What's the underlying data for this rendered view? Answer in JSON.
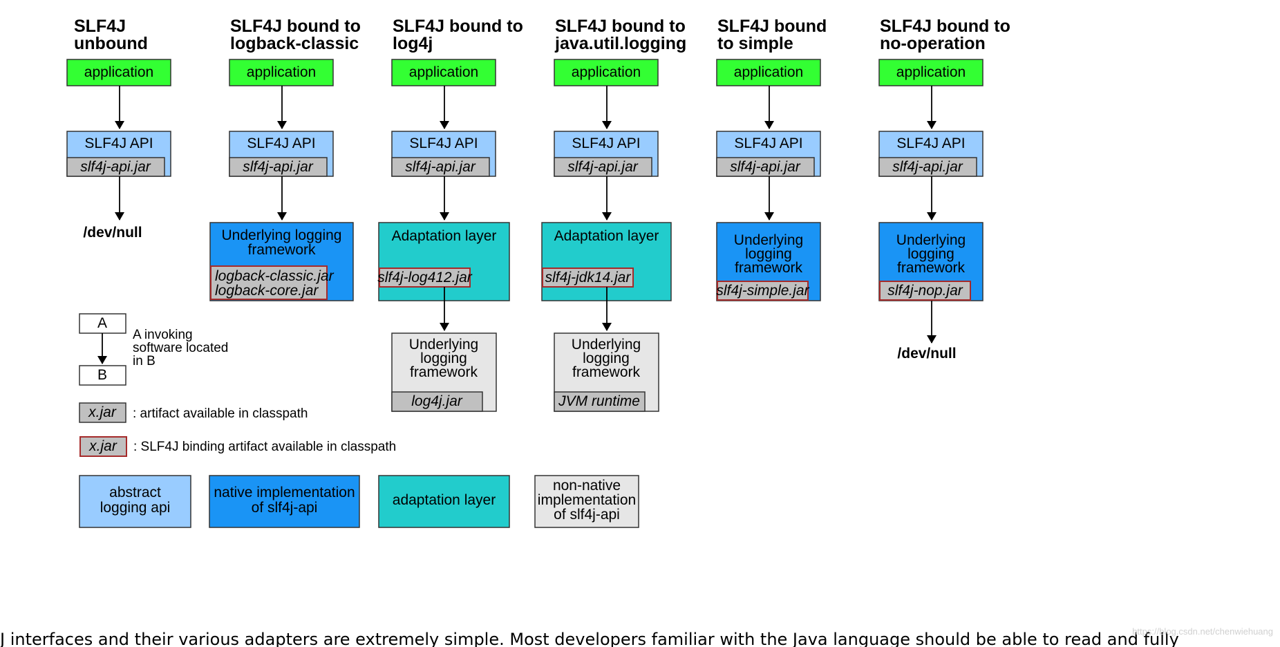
{
  "colors": {
    "app_green": "#33ff33",
    "abstract_api": "#99ccff",
    "native_impl": "#1a94f5",
    "adaptation": "#22cccc",
    "non_native": "#e6e6e6",
    "jar_gray": "#c0c0c0",
    "binding_border": "#a52a2a"
  },
  "columns": [
    {
      "title": [
        "SLF4J",
        "unbound"
      ],
      "app": "application",
      "api": "SLF4J API",
      "api_jar": "slf4j-api.jar",
      "dev_null": "/dev/null"
    },
    {
      "title": [
        "SLF4J bound to",
        "logback-classic"
      ],
      "app": "application",
      "api": "SLF4J API",
      "api_jar": "slf4j-api.jar",
      "layer": {
        "kind": "native",
        "text": [
          "Underlying logging",
          "framework"
        ],
        "jars": [
          "logback-classic.jar",
          "logback-core.jar"
        ]
      }
    },
    {
      "title": [
        "SLF4J bound to",
        "log4j"
      ],
      "app": "application",
      "api": "SLF4J API",
      "api_jar": "slf4j-api.jar",
      "layer": {
        "kind": "adaptation",
        "text": [
          "Adaptation layer"
        ],
        "jars": [
          "slf4j-log412.jar"
        ]
      },
      "lower": {
        "text": [
          "Underlying",
          "logging",
          "framework"
        ],
        "jar": "log4j.jar"
      }
    },
    {
      "title": [
        "SLF4J bound to",
        "java.util.logging"
      ],
      "app": "application",
      "api": "SLF4J API",
      "api_jar": "slf4j-api.jar",
      "layer": {
        "kind": "adaptation",
        "text": [
          "Adaptation layer"
        ],
        "jars": [
          "slf4j-jdk14.jar"
        ]
      },
      "lower": {
        "text": [
          "Underlying",
          "logging",
          "framework"
        ],
        "jar": "JVM runtime"
      }
    },
    {
      "title": [
        "SLF4J bound",
        "to simple"
      ],
      "app": "application",
      "api": "SLF4J API",
      "api_jar": "slf4j-api.jar",
      "layer": {
        "kind": "native",
        "text": [
          "Underlying",
          "logging",
          "framework"
        ],
        "jars": [
          "slf4j-simple.jar"
        ]
      }
    },
    {
      "title": [
        "SLF4J bound to",
        "no-operation"
      ],
      "app": "application",
      "api": "SLF4J API",
      "api_jar": "slf4j-api.jar",
      "layer": {
        "kind": "native",
        "text": [
          "Underlying",
          "logging",
          "framework"
        ],
        "jars": [
          "slf4j-nop.jar"
        ]
      },
      "dev_null": "/dev/null"
    }
  ],
  "legend": {
    "box_a": "A",
    "box_b": "B",
    "invoke_text": [
      "A invoking",
      "software located",
      "in B"
    ],
    "jar_sample": "x.jar",
    "jar_desc": ": artifact available in classpath",
    "binding_sample": "x.jar",
    "binding_desc": ": SLF4J binding artifact available in classpath",
    "swatches": [
      {
        "kind": "abstract",
        "text": [
          "abstract",
          "logging api"
        ]
      },
      {
        "kind": "native",
        "text": [
          "native implementation",
          "of slf4j-api"
        ]
      },
      {
        "kind": "adaptation",
        "text": [
          "adaptation layer"
        ]
      },
      {
        "kind": "non_native",
        "text": [
          "non-native",
          "implementation",
          "of slf4j-api"
        ]
      }
    ]
  },
  "footer_text": "J interfaces and their various adapters are extremely simple. Most developers familiar with the Java language should be able to read and fully",
  "credit": "https://blog.csdn.net/chenwiehuang"
}
